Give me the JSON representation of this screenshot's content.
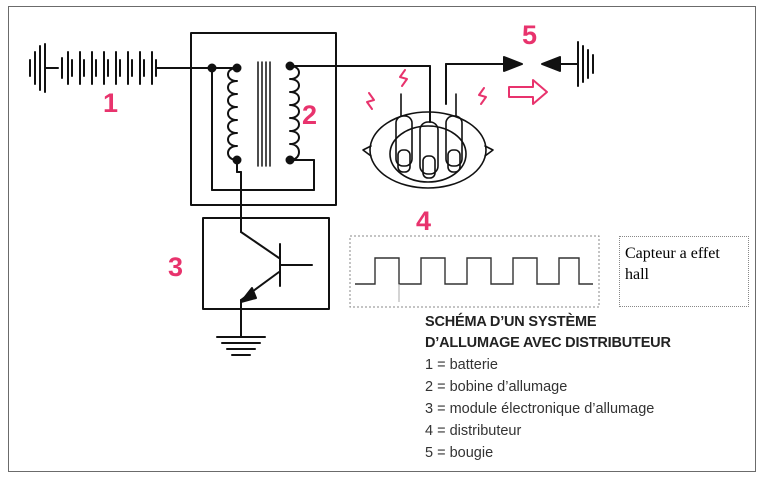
{
  "labels": {
    "n1": "1",
    "n2": "2",
    "n3": "3",
    "n4": "4",
    "n5": "5"
  },
  "sensor_label": "Capteur a effet hall",
  "legend": {
    "title_line1": "SCHÉMA D’UN SYSTÈME",
    "title_line2": "D’ALLUMAGE AVEC DISTRIBUTEUR",
    "items": [
      "1 = batterie",
      "2 = bobine d’allumage",
      "3 = module électronique d’allumage",
      "4 = distributeur",
      "5 = bougie"
    ]
  },
  "colors": {
    "line": "#111111",
    "accent": "#e8336d",
    "frame": "#6b6b6b",
    "dotted": "#888888"
  },
  "icons": [
    "battery-icon",
    "ignition-coil-icon",
    "transistor-icon",
    "ground-icon",
    "distributor-icon",
    "spark-icon",
    "spark-plug-gap-icon",
    "arrow-right-icon",
    "square-wave-icon"
  ]
}
